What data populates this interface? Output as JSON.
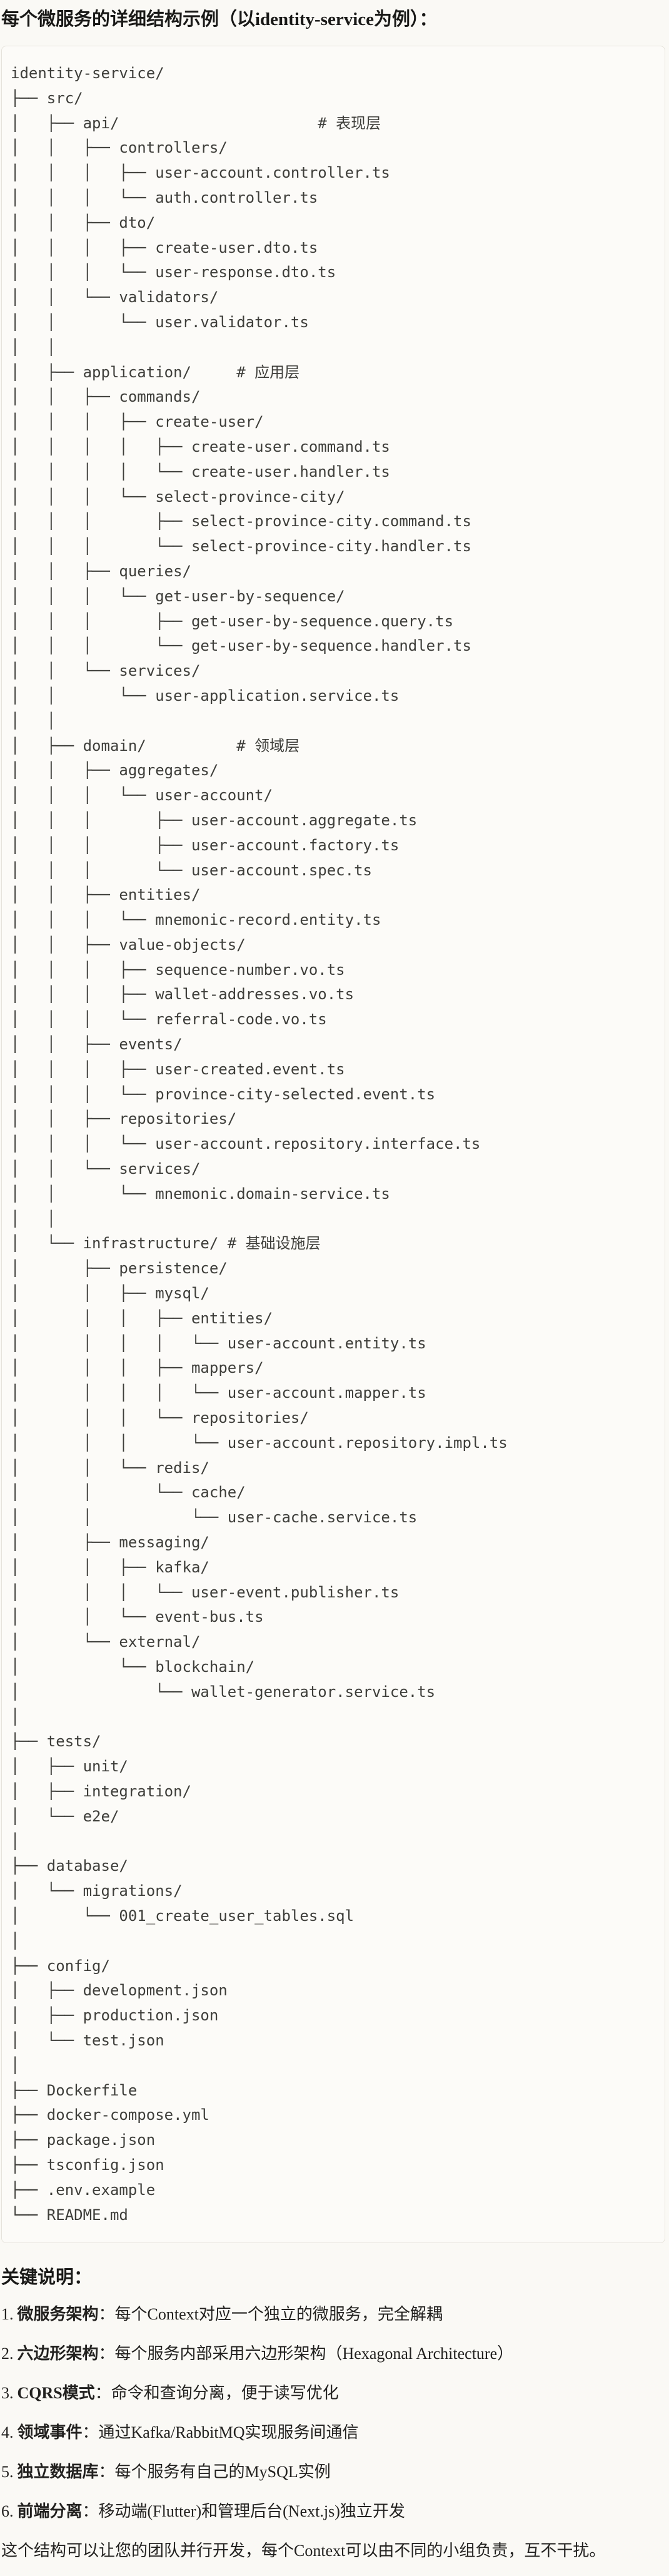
{
  "header": {
    "title": "每个微服务的详细结构示例（以identity-service为例）："
  },
  "code_block": {
    "language_hint": "text-directory-tree",
    "layer_comments": [
      "# 表现层",
      "# 应用层",
      "# 领域层",
      "# 基础设施层"
    ],
    "tree": "identity-service/\n├── src/\n│   ├── api/                      # 表现层\n│   │   ├── controllers/\n│   │   │   ├── user-account.controller.ts\n│   │   │   └── auth.controller.ts\n│   │   ├── dto/\n│   │   │   ├── create-user.dto.ts\n│   │   │   └── user-response.dto.ts\n│   │   └── validators/\n│   │       └── user.validator.ts\n│   │\n│   ├── application/     # 应用层\n│   │   ├── commands/\n│   │   │   ├── create-user/\n│   │   │   │   ├── create-user.command.ts\n│   │   │   │   └── create-user.handler.ts\n│   │   │   └── select-province-city/\n│   │   │       ├── select-province-city.command.ts\n│   │   │       └── select-province-city.handler.ts\n│   │   ├── queries/\n│   │   │   └── get-user-by-sequence/\n│   │   │       ├── get-user-by-sequence.query.ts\n│   │   │       └── get-user-by-sequence.handler.ts\n│   │   └── services/\n│   │       └── user-application.service.ts\n│   │\n│   ├── domain/          # 领域层\n│   │   ├── aggregates/\n│   │   │   └── user-account/\n│   │   │       ├── user-account.aggregate.ts\n│   │   │       ├── user-account.factory.ts\n│   │   │       └── user-account.spec.ts\n│   │   ├── entities/\n│   │   │   └── mnemonic-record.entity.ts\n│   │   ├── value-objects/\n│   │   │   ├── sequence-number.vo.ts\n│   │   │   ├── wallet-addresses.vo.ts\n│   │   │   └── referral-code.vo.ts\n│   │   ├── events/\n│   │   │   ├── user-created.event.ts\n│   │   │   └── province-city-selected.event.ts\n│   │   ├── repositories/\n│   │   │   └── user-account.repository.interface.ts\n│   │   └── services/\n│   │       └── mnemonic.domain-service.ts\n│   │\n│   └── infrastructure/ # 基础设施层\n│       ├── persistence/\n│       │   ├── mysql/\n│       │   │   ├── entities/\n│       │   │   │   └── user-account.entity.ts\n│       │   │   ├── mappers/\n│       │   │   │   └── user-account.mapper.ts\n│       │   │   └── repositories/\n│       │   │       └── user-account.repository.impl.ts\n│       │   └── redis/\n│       │       └── cache/\n│       │           └── user-cache.service.ts\n│       ├── messaging/\n│       │   ├── kafka/\n│       │   │   └── user-event.publisher.ts\n│       │   └── event-bus.ts\n│       └── external/\n│           └── blockchain/\n│               └── wallet-generator.service.ts\n│\n├── tests/\n│   ├── unit/\n│   ├── integration/\n│   └── e2e/\n│\n├── database/\n│   └── migrations/\n│       └── 001_create_user_tables.sql\n│\n├── config/\n│   ├── development.json\n│   ├── production.json\n│   └── test.json\n│\n├── Dockerfile\n├── docker-compose.yml\n├── package.json\n├── tsconfig.json\n├── .env.example\n└── README.md"
  },
  "notes": {
    "heading": "关键说明：",
    "items": [
      {
        "num": "1.",
        "term": "微服务架构",
        "desc": "：每个Context对应一个独立的微服务，完全解耦"
      },
      {
        "num": "2.",
        "term": "六边形架构",
        "desc": "：每个服务内部采用六边形架构（Hexagonal Architecture）"
      },
      {
        "num": "3.",
        "term": "CQRS模式",
        "desc": "：命令和查询分离，便于读写优化"
      },
      {
        "num": "4.",
        "term": "领域事件",
        "desc": "：通过Kafka/RabbitMQ实现服务间通信"
      },
      {
        "num": "5.",
        "term": "独立数据库",
        "desc": "：每个服务有自己的MySQL实例"
      },
      {
        "num": "6.",
        "term": "前端分离",
        "desc": "：移动端(Flutter)和管理后台(Next.js)独立开发"
      }
    ],
    "closing": "这个结构可以让您的团队并行开发，每个Context可以由不同的小组负责，互不干扰。"
  }
}
